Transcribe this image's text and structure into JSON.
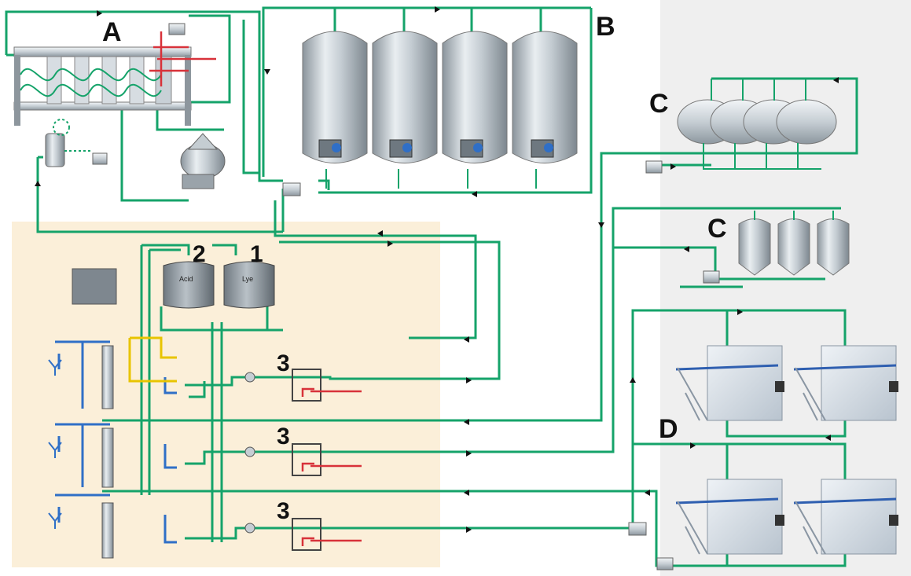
{
  "labels": {
    "zone_a": "A",
    "zone_b": "B",
    "zone_c_top": "C",
    "zone_c_mid": "C",
    "zone_d": "D",
    "tank_2": "2",
    "tank_1": "1",
    "line_3_top": "3",
    "line_3_mid": "3",
    "line_3_bottom": "3"
  },
  "tanks": {
    "acid_label": "Acid",
    "lye_label": "Lye"
  },
  "colors": {
    "pipe_green": "#15a36a",
    "pipe_blue": "#2f6fc7",
    "pipe_red": "#d8323a",
    "pipe_yellow": "#e8c400",
    "cip_area_bg": "#fbefd9",
    "right_area_bg": "#f0f0f0"
  },
  "icons": [
    "pasteuriser-icon",
    "separator-icon",
    "silo-tank-icon",
    "horizontal-tank-icon",
    "vertical-tank-icon",
    "filling-machine-icon",
    "pump-icon",
    "valve-icon",
    "drain-icon",
    "control-panel-icon"
  ]
}
